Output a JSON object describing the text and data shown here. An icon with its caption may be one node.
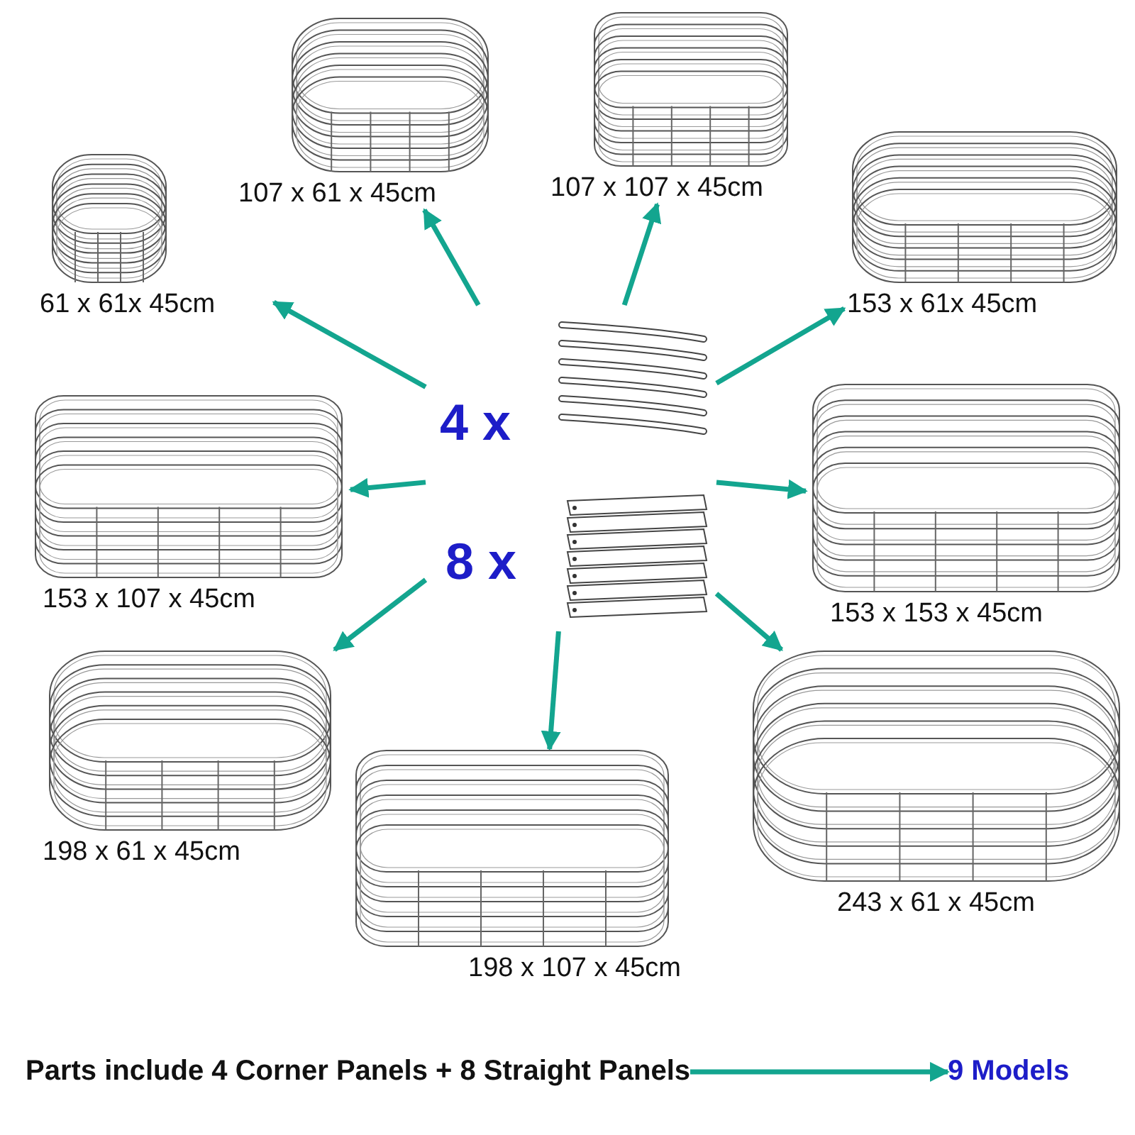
{
  "diagram": {
    "nodes": [
      {
        "text": [
          "107 x 61 x 45cm"
        ]
      },
      {
        "text": [
          "107 x 107 x 45cm"
        ]
      },
      {
        "text": [
          "61 x 61x 45cm"
        ]
      },
      {
        "text": [
          "153 x 61x 45cm"
        ]
      },
      {
        "text": [
          "4 x",
          "8 x"
        ]
      },
      {
        "text": [
          "153 x 107 x 45cm"
        ]
      },
      {
        "text": [
          "153 x 153 x 45cm"
        ]
      },
      {
        "text": [
          "198 x 61 x 45cm"
        ]
      },
      {
        "text": [
          "198 x 107 x 45cm"
        ]
      },
      {
        "text": [
          "243 x 61 x 45cm"
        ]
      },
      {
        "text": [
          "Parts include 4 Corner Panels + 8 Straight Panels"
        ]
      },
      {
        "text": [
          "9 Models"
        ]
      }
    ],
    "edges": [
      {
        "from": 4,
        "to": 0,
        "arrow": "to"
      },
      {
        "from": 4,
        "to": 1,
        "arrow": "to"
      },
      {
        "from": 4,
        "to": 2,
        "arrow": "to"
      },
      {
        "from": 4,
        "to": 3,
        "arrow": "to"
      },
      {
        "from": 4,
        "to": 5,
        "arrow": "to"
      },
      {
        "from": 4,
        "to": 6,
        "arrow": "to"
      },
      {
        "from": 4,
        "to": 7,
        "arrow": "to"
      },
      {
        "from": 4,
        "to": 8,
        "arrow": "to"
      },
      {
        "from": 4,
        "to": 9,
        "arrow": "to"
      },
      {
        "from": 10,
        "to": 11,
        "arrow": "to"
      }
    ]
  }
}
